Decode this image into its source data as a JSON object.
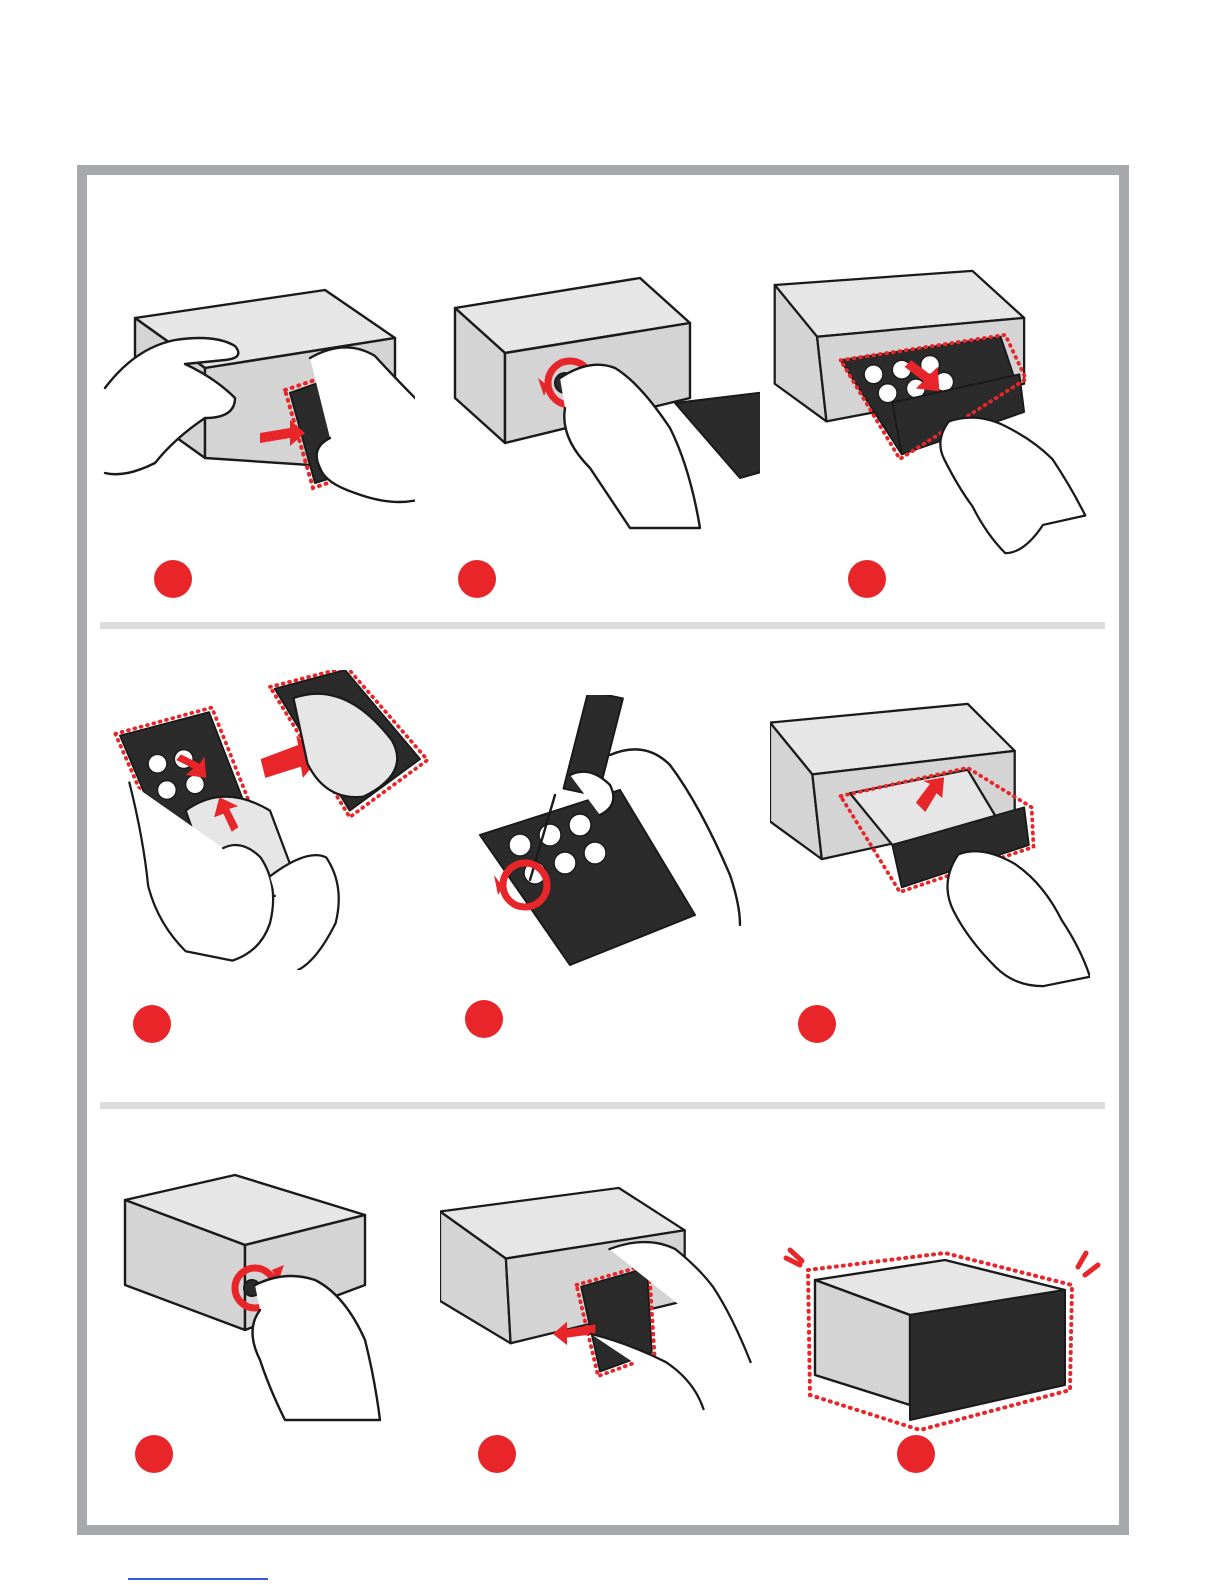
{
  "colors": {
    "frame": "#a7a9ac",
    "divider": "#dcdcdc",
    "accent_red": "#e8262a",
    "case_light": "#e6e6e6",
    "case_dark": "#2b2b2b"
  },
  "steps": [
    {
      "icon": "remove-front-panel-illustration"
    },
    {
      "icon": "unscrew-thumbscrew-illustration"
    },
    {
      "icon": "pull-out-drive-tray-illustration"
    },
    {
      "icon": "insert-drive-into-tray-illustration"
    },
    {
      "icon": "screw-drive-to-tray-illustration"
    },
    {
      "icon": "slide-tray-into-enclosure-illustration"
    },
    {
      "icon": "tighten-thumbscrew-illustration"
    },
    {
      "icon": "attach-front-panel-illustration"
    },
    {
      "icon": "assembled-enclosure-illustration"
    }
  ]
}
